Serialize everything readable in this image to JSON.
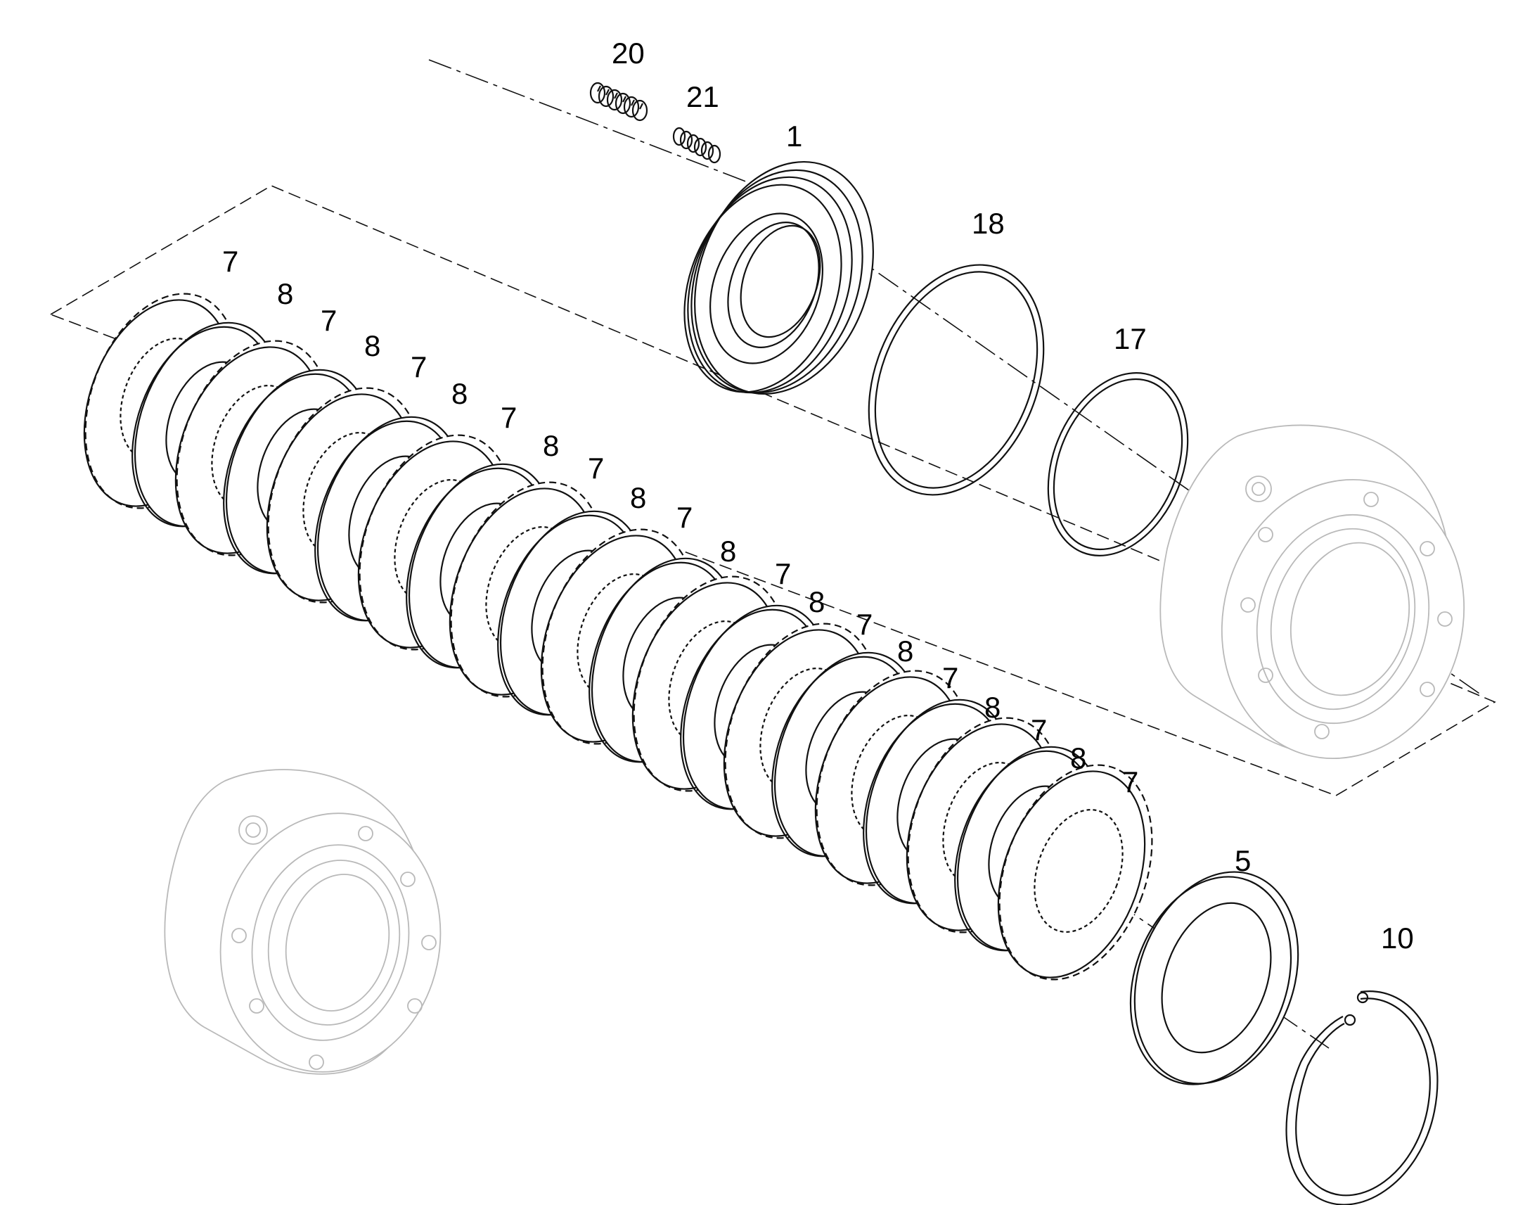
{
  "diagram": {
    "callouts": [
      {
        "id": "c20",
        "text": "20"
      },
      {
        "id": "c21",
        "text": "21"
      },
      {
        "id": "c1",
        "text": "1"
      },
      {
        "id": "c18",
        "text": "18"
      },
      {
        "id": "c17",
        "text": "17"
      },
      {
        "id": "c7a",
        "text": "7"
      },
      {
        "id": "c8a",
        "text": "8"
      },
      {
        "id": "c7b",
        "text": "7"
      },
      {
        "id": "c8b",
        "text": "8"
      },
      {
        "id": "c7c",
        "text": "7"
      },
      {
        "id": "c8c",
        "text": "8"
      },
      {
        "id": "c7d",
        "text": "7"
      },
      {
        "id": "c8d",
        "text": "8"
      },
      {
        "id": "c7e",
        "text": "7"
      },
      {
        "id": "c8e",
        "text": "8"
      },
      {
        "id": "c7f",
        "text": "7"
      },
      {
        "id": "c8f",
        "text": "8"
      },
      {
        "id": "c7g",
        "text": "7"
      },
      {
        "id": "c8g",
        "text": "8"
      },
      {
        "id": "c7h",
        "text": "7"
      },
      {
        "id": "c8h",
        "text": "8"
      },
      {
        "id": "c7i",
        "text": "7"
      },
      {
        "id": "c8i",
        "text": "8"
      },
      {
        "id": "c7j",
        "text": "7"
      },
      {
        "id": "c8j",
        "text": "8"
      },
      {
        "id": "c7k",
        "text": "7"
      },
      {
        "id": "c5",
        "text": "5"
      },
      {
        "id": "c10",
        "text": "10"
      }
    ]
  }
}
